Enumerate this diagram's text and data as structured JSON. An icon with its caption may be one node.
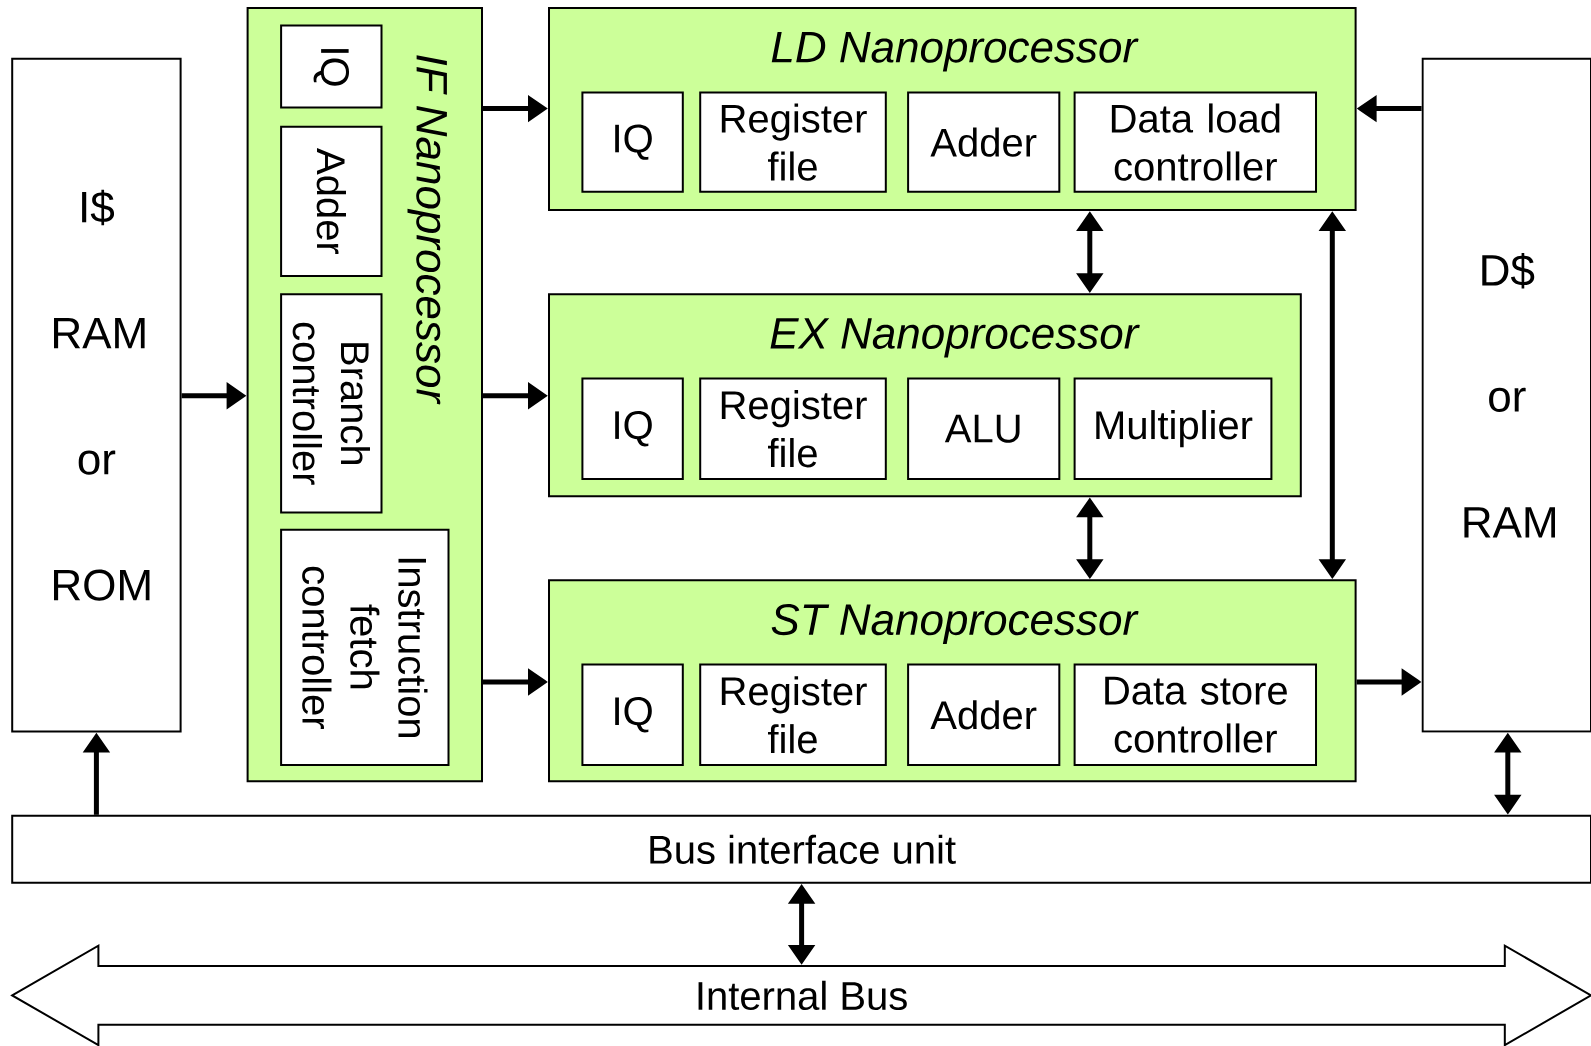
{
  "diagram": {
    "nodes": [
      {
        "text": [
          "I$ RAM or ROM"
        ]
      },
      {
        "text": [
          "IF Nanoprocessor"
        ]
      },
      {
        "text": [
          "IQ"
        ],
        "in": 1
      },
      {
        "text": [
          "Adder"
        ],
        "in": 1
      },
      {
        "text": [
          "Branch controller"
        ],
        "in": 1
      },
      {
        "text": [
          "Instruction fetch controller"
        ],
        "in": 1
      },
      {
        "text": [
          "LD Nanoprocessor"
        ]
      },
      {
        "text": [
          "IQ"
        ],
        "in": 6
      },
      {
        "text": [
          "Register file"
        ],
        "in": 6
      },
      {
        "text": [
          "Adder"
        ],
        "in": 6
      },
      {
        "text": [
          "Data load controller"
        ],
        "in": 6
      },
      {
        "text": [
          "EX Nanoprocessor"
        ]
      },
      {
        "text": [
          "IQ"
        ],
        "in": 11
      },
      {
        "text": [
          "Register file"
        ],
        "in": 11
      },
      {
        "text": [
          "ALU"
        ],
        "in": 11
      },
      {
        "text": [
          "Multiplier"
        ],
        "in": 11
      },
      {
        "text": [
          "ST Nanoprocessor"
        ]
      },
      {
        "text": [
          "IQ"
        ],
        "in": 16
      },
      {
        "text": [
          "Register file"
        ],
        "in": 16
      },
      {
        "text": [
          "Adder"
        ],
        "in": 16
      },
      {
        "text": [
          "Data store controller"
        ],
        "in": 16
      },
      {
        "text": [
          "D$ or RAM"
        ]
      },
      {
        "text": [
          "Bus interface unit"
        ]
      },
      {
        "text": [
          "Internal Bus"
        ]
      }
    ],
    "edges": [
      {
        "from": 0,
        "to": 1,
        "arrow": "to"
      },
      {
        "from": 1,
        "to": 6,
        "arrow": "to"
      },
      {
        "from": 1,
        "to": 11,
        "arrow": "to"
      },
      {
        "from": 1,
        "to": 16,
        "arrow": "to"
      },
      {
        "from": 21,
        "to": 6,
        "arrow": "to"
      },
      {
        "from": 6,
        "to": 11,
        "arrow": "both"
      },
      {
        "from": 11,
        "to": 16,
        "arrow": "both"
      },
      {
        "from": 6,
        "to": 16,
        "arrow": "both"
      },
      {
        "from": 16,
        "to": 21,
        "arrow": "to"
      },
      {
        "from": 22,
        "to": 0,
        "arrow": "to"
      },
      {
        "from": 21,
        "to": 22,
        "arrow": "both"
      },
      {
        "from": 22,
        "to": 23,
        "arrow": "both"
      }
    ]
  }
}
